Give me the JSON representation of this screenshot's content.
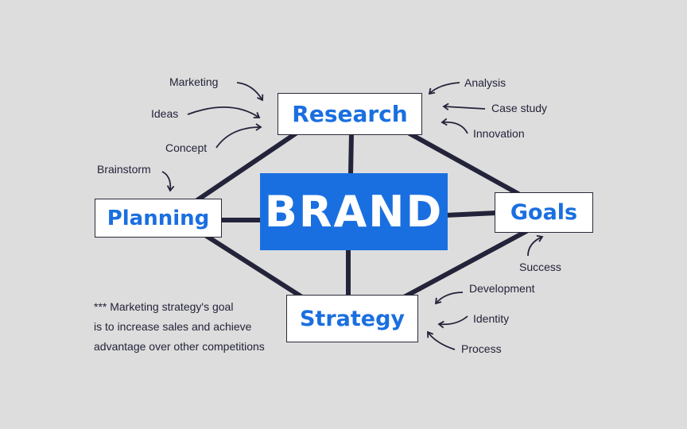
{
  "center": {
    "label": "BRAND"
  },
  "nodes": {
    "research": {
      "label": "Research",
      "annotations": [
        "Marketing",
        "Ideas",
        "Concept",
        "Analysis",
        "Case study",
        "Innovation"
      ]
    },
    "planning": {
      "label": "Planning",
      "annotations": [
        "Brainstorm"
      ]
    },
    "goals": {
      "label": "Goals",
      "annotations": [
        "Success"
      ]
    },
    "strategy": {
      "label": "Strategy",
      "annotations": [
        "Development",
        "Identity",
        "Process"
      ]
    }
  },
  "note": [
    "*** Marketing strategy's goal",
    "is to increase sales and achieve",
    "advantage over other competitions"
  ],
  "colors": {
    "background": "#dddddd",
    "accent": "#1a6fe0",
    "ink": "#23233a"
  }
}
